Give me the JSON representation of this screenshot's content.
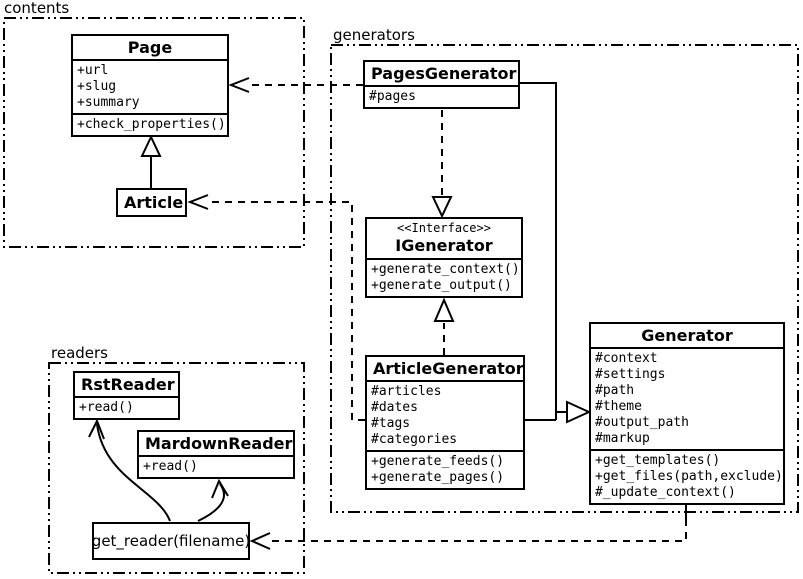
{
  "colors": {
    "stroke": "#000000",
    "background": "#ffffff"
  },
  "diagram": {
    "packages": [
      {
        "id": "contents",
        "label": "contents"
      },
      {
        "id": "generators",
        "label": "generators"
      },
      {
        "id": "readers",
        "label": "readers"
      }
    ],
    "classes": {
      "page": {
        "title": "Page",
        "attributes": [
          "+url",
          "+slug",
          "+summary"
        ],
        "methods": [
          "+check_properties()"
        ]
      },
      "article": {
        "title": "Article"
      },
      "pages_generator": {
        "title": "PagesGenerator",
        "attributes": [
          "#pages"
        ]
      },
      "igenerator": {
        "stereotype": "<<Interface>>",
        "title": "IGenerator",
        "methods": [
          "+generate_context()",
          "+generate_output()"
        ]
      },
      "article_generator": {
        "title": "ArticleGenerator",
        "attributes": [
          "#articles",
          "#dates",
          "#tags",
          "#categories"
        ],
        "methods": [
          "+generate_feeds()",
          "+generate_pages()"
        ]
      },
      "generator": {
        "title": "Generator",
        "attributes": [
          "#context",
          "#settings",
          "#path",
          "#theme",
          "#output_path",
          "#markup"
        ],
        "methods": [
          "+get_templates()",
          "+get_files(path,exclude)",
          "#_update_context()"
        ]
      },
      "rst_reader": {
        "title": "RstReader",
        "methods": [
          "+read()"
        ]
      },
      "mardown_reader": {
        "title": "MardownReader",
        "methods": [
          "+read()"
        ]
      },
      "get_reader": {
        "title": "get_reader(filename)"
      }
    },
    "relationships": [
      {
        "from": "Article",
        "to": "Page",
        "type": "inheritance"
      },
      {
        "from": "PagesGenerator",
        "to": "Page",
        "type": "dependency"
      },
      {
        "from": "ArticleGenerator",
        "to": "Article",
        "type": "dependency"
      },
      {
        "from": "PagesGenerator",
        "to": "IGenerator",
        "type": "realization"
      },
      {
        "from": "ArticleGenerator",
        "to": "IGenerator",
        "type": "realization"
      },
      {
        "from": "PagesGenerator",
        "to": "Generator",
        "type": "inheritance"
      },
      {
        "from": "ArticleGenerator",
        "to": "Generator",
        "type": "inheritance"
      },
      {
        "from": "Generator",
        "to": "get_reader(filename)",
        "type": "dependency"
      },
      {
        "from": "get_reader(filename)",
        "to": "RstReader",
        "type": "call"
      },
      {
        "from": "get_reader(filename)",
        "to": "MardownReader",
        "type": "call"
      }
    ]
  }
}
